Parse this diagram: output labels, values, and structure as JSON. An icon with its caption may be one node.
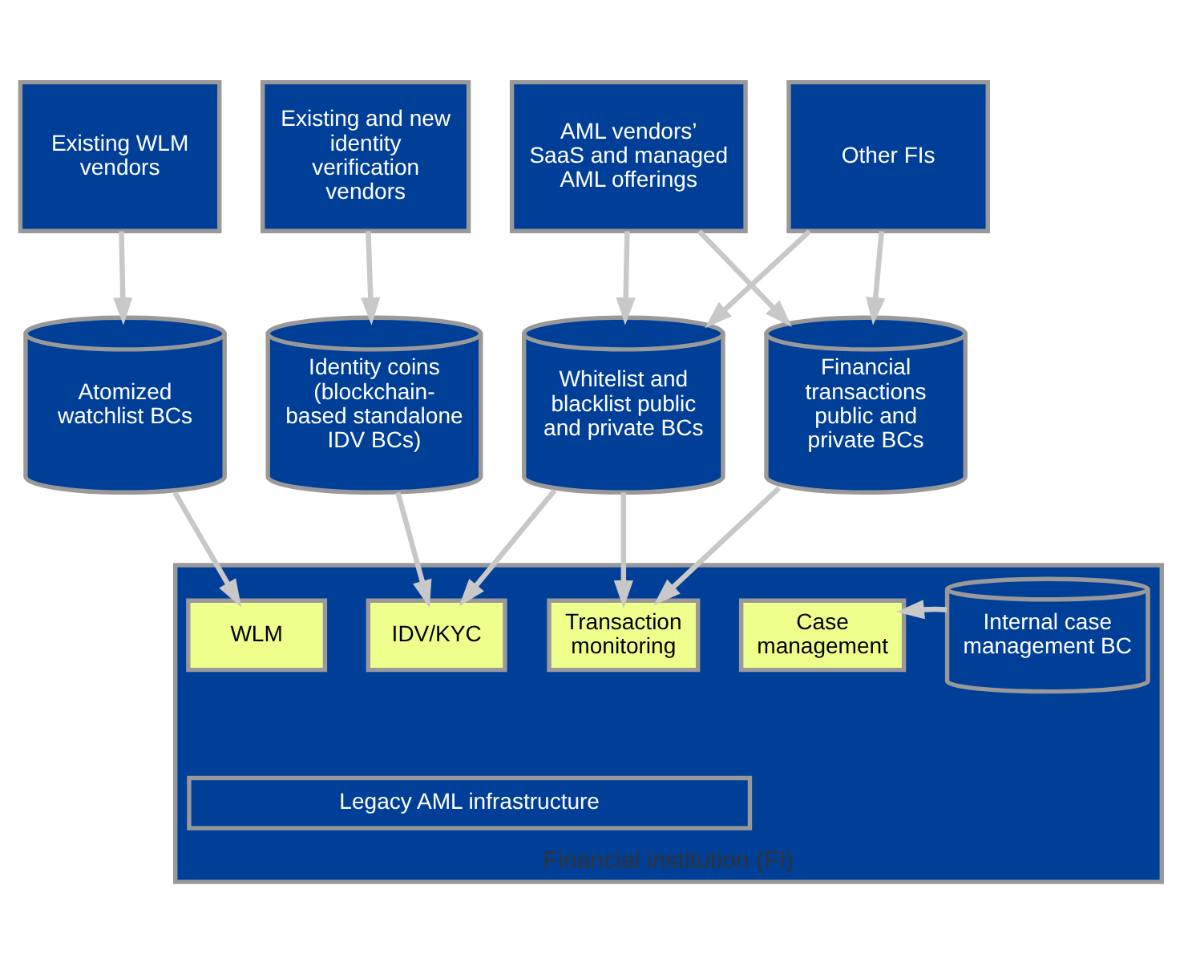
{
  "diagram": {
    "nodes": [
      {
        "text": [
          "Existing WLM vendors"
        ]
      },
      {
        "text": [
          "Existing and new identity verification vendors"
        ]
      },
      {
        "text": [
          "AML vendors’ SaaS and managed AML offerings"
        ]
      },
      {
        "text": [
          "Other FIs"
        ]
      },
      {
        "text": [
          "Atomized watchlist BCs"
        ]
      },
      {
        "text": [
          "Identity coins (blockchain-based standalone IDV BCs)"
        ]
      },
      {
        "text": [
          "Whitelist and blacklist public and private BCs"
        ]
      },
      {
        "text": [
          "Financial transactions public and private BCs"
        ]
      },
      {
        "text": [
          "Financial institution (FI)"
        ]
      },
      {
        "text": [
          "WLM"
        ],
        "in": 8
      },
      {
        "text": [
          "IDV/KYC"
        ],
        "in": 8
      },
      {
        "text": [
          "Transaction monitoring"
        ],
        "in": 8
      },
      {
        "text": [
          "Case management"
        ],
        "in": 8
      },
      {
        "text": [
          "Internal case management BC"
        ],
        "in": 8
      },
      {
        "text": [
          "Legacy AML infrastructure"
        ],
        "in": 8
      }
    ],
    "edges": [
      {
        "from": 0,
        "to": 4,
        "arrow": "to"
      },
      {
        "from": 1,
        "to": 5,
        "arrow": "to"
      },
      {
        "from": 2,
        "to": 6,
        "arrow": "to"
      },
      {
        "from": 2,
        "to": 7,
        "arrow": "to"
      },
      {
        "from": 3,
        "to": 6,
        "arrow": "to"
      },
      {
        "from": 3,
        "to": 7,
        "arrow": "to"
      },
      {
        "from": 4,
        "to": 9,
        "arrow": "to"
      },
      {
        "from": 5,
        "to": 10,
        "arrow": "to"
      },
      {
        "from": 6,
        "to": 10,
        "arrow": "to"
      },
      {
        "from": 6,
        "to": 11,
        "arrow": "to"
      },
      {
        "from": 7,
        "to": 11,
        "arrow": "to"
      },
      {
        "from": 13,
        "to": 12,
        "arrow": "to"
      }
    ]
  }
}
